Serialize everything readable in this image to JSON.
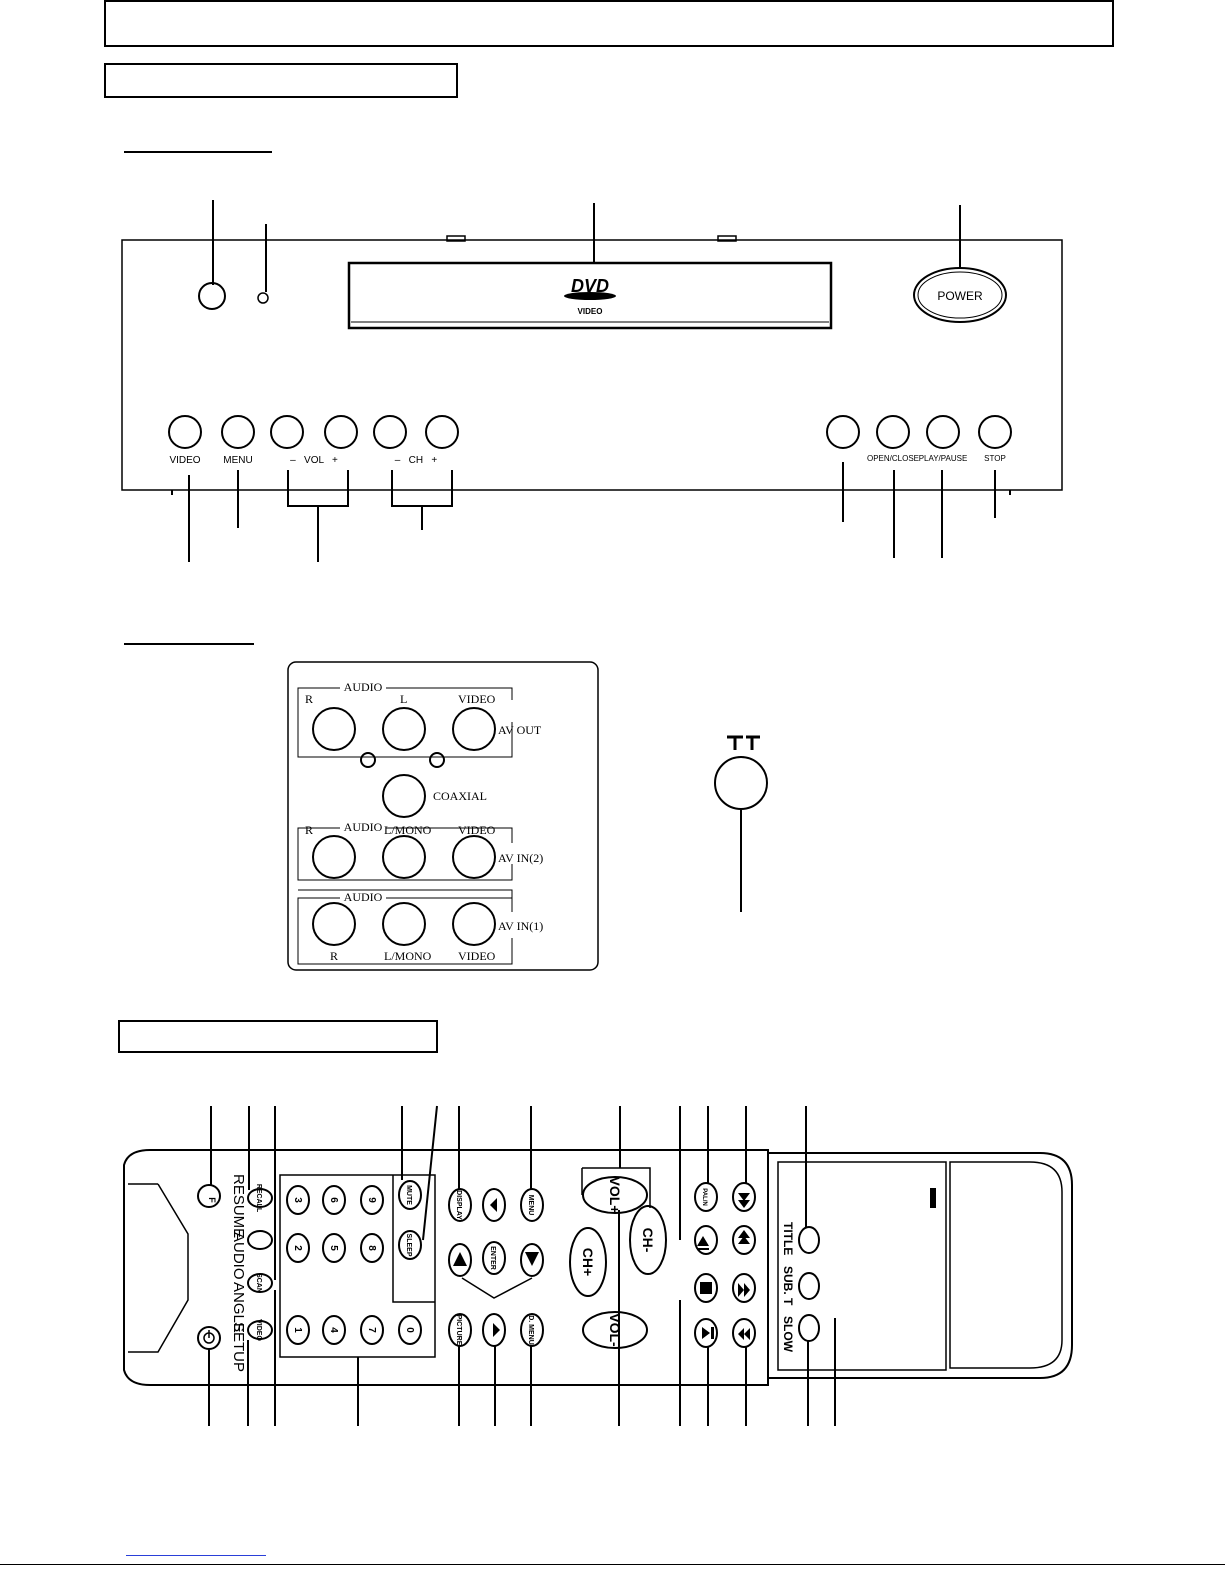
{
  "colors": {
    "ink": "#000000",
    "paper": "#ffffff",
    "link_rule": "#2a3fd8"
  },
  "front_panel": {
    "logo_text": "DVD",
    "logo_subtext": "VIDEO",
    "power": "POWER",
    "buttons": [
      "VIDEO",
      "MENU",
      "–   VOL   +",
      "–   CH   +"
    ],
    "right_buttons": [
      "OPEN/CLOSE",
      "PLAY/PAUSE",
      "STOP"
    ]
  },
  "rear_panel": {
    "av_out": {
      "group": "AUDIO",
      "r": "R",
      "l": "L",
      "video": "VIDEO",
      "tag": "AV OUT"
    },
    "coaxial": "COAXIAL",
    "av_in2": {
      "group": "AUDIO",
      "r": "R",
      "l": "L/MONO",
      "video": "VIDEO",
      "tag": "AV IN(2)"
    },
    "av_in1": {
      "group": "AUDIO",
      "r": "R",
      "l": "L/MONO",
      "video": "VIDEO",
      "tag": "AV IN(1)"
    }
  },
  "remote": {
    "side_labels": [
      "RESUME",
      "AUDIO",
      "ANGLE",
      "SETUP",
      "TITLE",
      "SUB. T",
      "SLOW"
    ],
    "keys": [
      "F",
      "RECALL",
      "SCAN",
      "VIDEO",
      "MUTE",
      "SLEEP",
      "DISPLAY",
      "ENTER",
      "PICTURE",
      "MENU",
      "D. MENU",
      "VOL+",
      "VOL-",
      "CH+",
      "CH-",
      "PAL/N"
    ],
    "digits": [
      "3",
      "6",
      "9",
      "2",
      "5",
      "8",
      "1",
      "4",
      "7",
      "0"
    ]
  }
}
